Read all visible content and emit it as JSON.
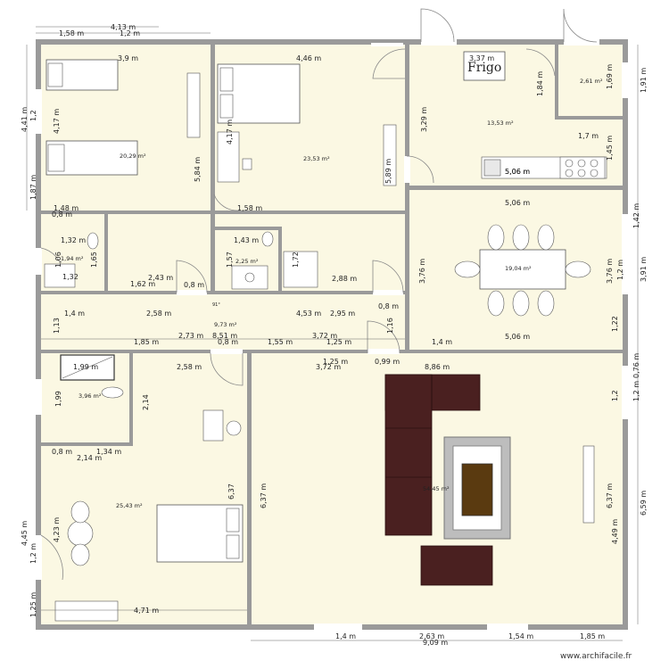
{
  "fridge_label": "Frigo",
  "watermark": "www.archifacile.fr",
  "door_angle": "91°",
  "areas": {
    "bedroom_1": "20,29 m²",
    "bedroom_2": "23,53 m²",
    "kitchen": "13,53 m²",
    "pantry": "2,61 m²",
    "wc_1": "1,94 m²",
    "bathroom_1": "2,25 m²",
    "dining": "19,04 m²",
    "hallway": "9,73 m²",
    "bathroom_2": "3,96 m²",
    "bedroom_3": "25,43 m²",
    "living": "54,45 m²"
  },
  "dims": {
    "d1": "4,13 m",
    "d2": "1,58 m",
    "d3": "1,2 m",
    "d4": "3,9 m",
    "d5": "4,46 m",
    "d6": "3,37 m",
    "d7": "4,41 m",
    "d8": "1,2",
    "d9": "4,17 m",
    "d10": "1,87 m",
    "d11": "5,84 m",
    "d12": "4,17 m",
    "d13": "5,89 m",
    "d14": "3,29 m",
    "d15": "1,84 m",
    "d16": "1,69 m",
    "d17": "1,91 m",
    "d18": "1,7 m",
    "d19": "1,45 m",
    "d20": "5,06 m",
    "d21": "1,48 m",
    "d22": "0,8 m",
    "d23": "1,58 m",
    "d24": "5,06 m",
    "d25": "1,42 m",
    "d26": "1,32 m",
    "d27": "1,43 m",
    "d28": "1,65",
    "d29": "1,06",
    "d30": "1,32",
    "d31": "1,57",
    "d32": "1,72",
    "d33": "2,43 m",
    "d34": "1,62 m",
    "d35": "0,8 m",
    "d36": "2,88 m",
    "d37": "3,76 m",
    "d38": "3,76 m",
    "d39": "1,2 m",
    "d40": "3,91 m",
    "d41": "1,4 m",
    "d42": "2,58 m",
    "d43": "4,53 m",
    "d44": "2,95 m",
    "d45": "0,8 m",
    "d46": "1,13",
    "d47": "1,16",
    "d48": "1,22",
    "d49": "2,73 m",
    "d50": "8,51 m",
    "d51": "3,72 m",
    "d52": "1,85 m",
    "d53": "0,8 m",
    "d54": "1,55 m",
    "d55": "1,25 m",
    "d56": "1,4 m",
    "d57": "5,06 m",
    "d58": "1,25 m",
    "d59": "0,99 m",
    "d60": "8,86 m",
    "d61": "3,72 m",
    "d62": "2,58 m",
    "d63": "0,76 m",
    "d64": "1,99 m",
    "d65": "1,99",
    "d66": "2,14",
    "d67": "1,2",
    "d68": "1,2 m",
    "d69": "0,8 m",
    "d70": "1,34 m",
    "d71": "2,14 m",
    "d72": "6,37",
    "d73": "6,37 m",
    "d74": "6,37 m",
    "d75": "6,59 m",
    "d76": "4,45 m",
    "d77": "4,23 m",
    "d78": "1,2 m",
    "d79": "4,49 m",
    "d80": "1,25 m",
    "d81": "4,71 m",
    "d82": "1,4 m",
    "d83": "2,63 m",
    "d84": "1,54 m",
    "d85": "1,85 m",
    "d86": "9,09 m",
    "d87": "5,06 m"
  }
}
